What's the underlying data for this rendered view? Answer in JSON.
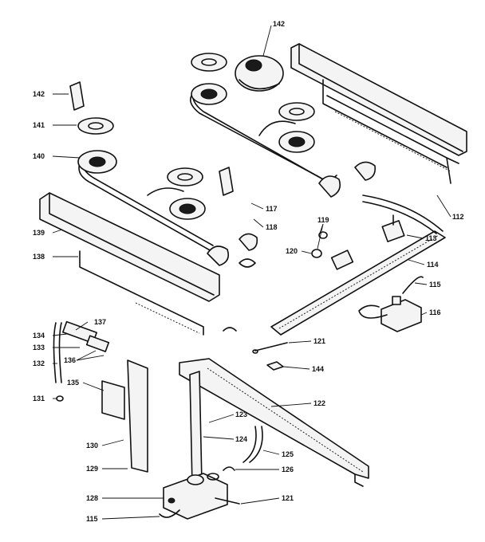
{
  "callouts": [
    {
      "id": "c142a",
      "label": "142"
    },
    {
      "id": "c142b",
      "label": "142"
    },
    {
      "id": "c141",
      "label": "141"
    },
    {
      "id": "c140",
      "label": "140"
    },
    {
      "id": "c139",
      "label": "139"
    },
    {
      "id": "c138",
      "label": "138"
    },
    {
      "id": "c137",
      "label": "137"
    },
    {
      "id": "c134",
      "label": "134"
    },
    {
      "id": "c133",
      "label": "133"
    },
    {
      "id": "c136",
      "label": "136"
    },
    {
      "id": "c132",
      "label": "132"
    },
    {
      "id": "c135",
      "label": "135"
    },
    {
      "id": "c131",
      "label": "131"
    },
    {
      "id": "c130",
      "label": "130"
    },
    {
      "id": "c129",
      "label": "129"
    },
    {
      "id": "c128",
      "label": "128"
    },
    {
      "id": "c115b",
      "label": "115"
    },
    {
      "id": "c117",
      "label": "117"
    },
    {
      "id": "c118",
      "label": "118"
    },
    {
      "id": "c119",
      "label": "119"
    },
    {
      "id": "c120",
      "label": "120"
    },
    {
      "id": "c112",
      "label": "112"
    },
    {
      "id": "c113",
      "label": "113"
    },
    {
      "id": "c114",
      "label": "114"
    },
    {
      "id": "c115a",
      "label": "115"
    },
    {
      "id": "c116",
      "label": "116"
    },
    {
      "id": "c121a",
      "label": "121"
    },
    {
      "id": "c144",
      "label": "144"
    },
    {
      "id": "c122",
      "label": "122"
    },
    {
      "id": "c123",
      "label": "123"
    },
    {
      "id": "c124",
      "label": "124"
    },
    {
      "id": "c125",
      "label": "125"
    },
    {
      "id": "c126",
      "label": "126"
    },
    {
      "id": "c121b",
      "label": "121"
    }
  ]
}
